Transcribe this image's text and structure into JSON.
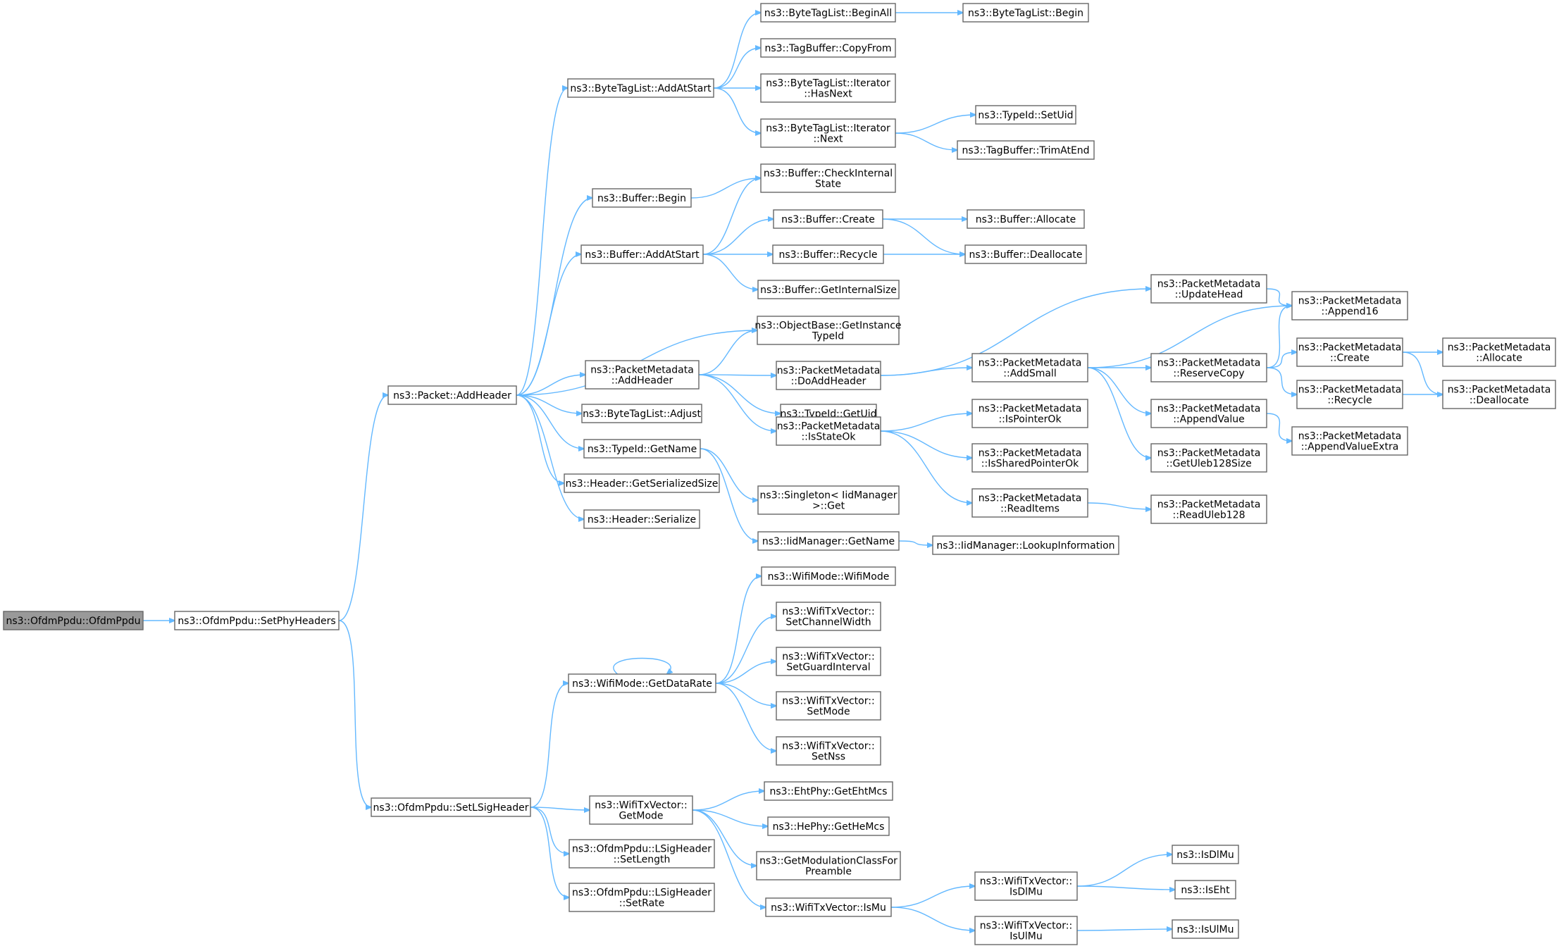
{
  "colors": {
    "edge": "#63b8ff",
    "node_border": "#666666",
    "root_fill": "#999999",
    "background": "#ffffff"
  },
  "nodes": [
    {
      "id": "n0",
      "lines": [
        "ns3::OfdmPpdu::OfdmPpdu"
      ],
      "root": true
    },
    {
      "id": "n1",
      "lines": [
        "ns3::OfdmPpdu::SetPhyHeaders"
      ]
    },
    {
      "id": "n2",
      "lines": [
        "ns3::Packet::AddHeader"
      ]
    },
    {
      "id": "n3",
      "lines": [
        "ns3::OfdmPpdu::SetLSigHeader"
      ]
    },
    {
      "id": "n4",
      "lines": [
        "ns3::ByteTagList::AddAtStart"
      ]
    },
    {
      "id": "n5",
      "lines": [
        "ns3::Buffer::Begin"
      ]
    },
    {
      "id": "n6",
      "lines": [
        "ns3::Buffer::AddAtStart"
      ]
    },
    {
      "id": "n7",
      "lines": [
        "ns3::PacketMetadata",
        "::AddHeader"
      ]
    },
    {
      "id": "n8",
      "lines": [
        "ns3::ByteTagList::Adjust"
      ]
    },
    {
      "id": "n9",
      "lines": [
        "ns3::TypeId::GetName"
      ]
    },
    {
      "id": "n10",
      "lines": [
        "ns3::Header::GetSerializedSize"
      ]
    },
    {
      "id": "n11",
      "lines": [
        "ns3::Header::Serialize"
      ]
    },
    {
      "id": "n12",
      "lines": [
        "ns3::WifiMode::GetDataRate"
      ]
    },
    {
      "id": "n13",
      "lines": [
        "ns3::WifiTxVector::",
        "GetMode"
      ]
    },
    {
      "id": "n14",
      "lines": [
        "ns3::OfdmPpdu::LSigHeader",
        "::SetLength"
      ]
    },
    {
      "id": "n15",
      "lines": [
        "ns3::OfdmPpdu::LSigHeader",
        "::SetRate"
      ]
    },
    {
      "id": "n16",
      "lines": [
        "ns3::ByteTagList::BeginAll"
      ]
    },
    {
      "id": "n17",
      "lines": [
        "ns3::TagBuffer::CopyFrom"
      ]
    },
    {
      "id": "n18",
      "lines": [
        "ns3::ByteTagList::Iterator",
        "::HasNext"
      ]
    },
    {
      "id": "n19",
      "lines": [
        "ns3::ByteTagList::Iterator",
        "::Next"
      ]
    },
    {
      "id": "n20",
      "lines": [
        "ns3::Buffer::CheckInternal",
        "State"
      ]
    },
    {
      "id": "n21",
      "lines": [
        "ns3::Buffer::Create"
      ]
    },
    {
      "id": "n22",
      "lines": [
        "ns3::Buffer::Recycle"
      ]
    },
    {
      "id": "n23",
      "lines": [
        "ns3::Buffer::GetInternalSize"
      ]
    },
    {
      "id": "n24",
      "lines": [
        "ns3::ObjectBase::GetInstance",
        "TypeId"
      ]
    },
    {
      "id": "n25",
      "lines": [
        "ns3::PacketMetadata",
        "::DoAddHeader"
      ]
    },
    {
      "id": "n26",
      "lines": [
        "ns3::TypeId::GetUid"
      ]
    },
    {
      "id": "n27",
      "lines": [
        "ns3::PacketMetadata",
        "::IsStateOk"
      ]
    },
    {
      "id": "n28",
      "lines": [
        "ns3::Singleton< IidManager",
        " >::Get"
      ]
    },
    {
      "id": "n29",
      "lines": [
        "ns3::IidManager::GetName"
      ]
    },
    {
      "id": "n30",
      "lines": [
        "ns3::WifiMode::WifiMode"
      ]
    },
    {
      "id": "n31",
      "lines": [
        "ns3::WifiTxVector::",
        "SetChannelWidth"
      ]
    },
    {
      "id": "n32",
      "lines": [
        "ns3::WifiTxVector::",
        "SetGuardInterval"
      ]
    },
    {
      "id": "n33",
      "lines": [
        "ns3::WifiTxVector::",
        "SetMode"
      ]
    },
    {
      "id": "n34",
      "lines": [
        "ns3::WifiTxVector::",
        "SetNss"
      ]
    },
    {
      "id": "n35",
      "lines": [
        "ns3::EhtPhy::GetEhtMcs"
      ]
    },
    {
      "id": "n36",
      "lines": [
        "ns3::HePhy::GetHeMcs"
      ]
    },
    {
      "id": "n37",
      "lines": [
        "ns3::GetModulationClassFor",
        "Preamble"
      ]
    },
    {
      "id": "n38",
      "lines": [
        "ns3::WifiTxVector::IsMu"
      ]
    },
    {
      "id": "n39",
      "lines": [
        "ns3::ByteTagList::Begin"
      ]
    },
    {
      "id": "n40",
      "lines": [
        "ns3::TypeId::SetUid"
      ]
    },
    {
      "id": "n41",
      "lines": [
        "ns3::TagBuffer::TrimAtEnd"
      ]
    },
    {
      "id": "n42",
      "lines": [
        "ns3::Buffer::Allocate"
      ]
    },
    {
      "id": "n43",
      "lines": [
        "ns3::Buffer::Deallocate"
      ]
    },
    {
      "id": "n44",
      "lines": [
        "ns3::PacketMetadata",
        "::UpdateHead"
      ]
    },
    {
      "id": "n45",
      "lines": [
        "ns3::PacketMetadata",
        "::AddSmall"
      ]
    },
    {
      "id": "n46",
      "lines": [
        "ns3::PacketMetadata",
        "::IsPointerOk"
      ]
    },
    {
      "id": "n47",
      "lines": [
        "ns3::PacketMetadata",
        "::IsSharedPointerOk"
      ]
    },
    {
      "id": "n48",
      "lines": [
        "ns3::PacketMetadata",
        "::ReadItems"
      ]
    },
    {
      "id": "n49",
      "lines": [
        "ns3::IidManager::LookupInformation"
      ]
    },
    {
      "id": "n50",
      "lines": [
        "ns3::WifiTxVector::",
        "IsDlMu"
      ]
    },
    {
      "id": "n51",
      "lines": [
        "ns3::WifiTxVector::",
        "IsUlMu"
      ]
    },
    {
      "id": "n52",
      "lines": [
        "ns3::PacketMetadata",
        "::Append16"
      ]
    },
    {
      "id": "n53",
      "lines": [
        "ns3::PacketMetadata",
        "::ReserveCopy"
      ]
    },
    {
      "id": "n54",
      "lines": [
        "ns3::PacketMetadata",
        "::AppendValue"
      ]
    },
    {
      "id": "n55",
      "lines": [
        "ns3::PacketMetadata",
        "::GetUleb128Size"
      ]
    },
    {
      "id": "n56",
      "lines": [
        "ns3::PacketMetadata",
        "::ReadUleb128"
      ]
    },
    {
      "id": "n57",
      "lines": [
        "ns3::IsDlMu"
      ]
    },
    {
      "id": "n58",
      "lines": [
        "ns3::IsEht"
      ]
    },
    {
      "id": "n59",
      "lines": [
        "ns3::IsUlMu"
      ]
    },
    {
      "id": "n60",
      "lines": [
        "ns3::PacketMetadata",
        "::Create"
      ]
    },
    {
      "id": "n61",
      "lines": [
        "ns3::PacketMetadata",
        "::Recycle"
      ]
    },
    {
      "id": "n62",
      "lines": [
        "ns3::PacketMetadata",
        "::AppendValueExtra"
      ]
    },
    {
      "id": "n63",
      "lines": [
        "ns3::PacketMetadata",
        "::Allocate"
      ]
    },
    {
      "id": "n64",
      "lines": [
        "ns3::PacketMetadata",
        "::Deallocate"
      ]
    }
  ],
  "edges": [
    [
      "n0",
      "n1"
    ],
    [
      "n1",
      "n2"
    ],
    [
      "n1",
      "n3"
    ],
    [
      "n2",
      "n4"
    ],
    [
      "n2",
      "n5"
    ],
    [
      "n2",
      "n6"
    ],
    [
      "n2",
      "n24"
    ],
    [
      "n2",
      "n7"
    ],
    [
      "n2",
      "n8"
    ],
    [
      "n2",
      "n9"
    ],
    [
      "n2",
      "n10"
    ],
    [
      "n2",
      "n11"
    ],
    [
      "n3",
      "n12"
    ],
    [
      "n3",
      "n13"
    ],
    [
      "n3",
      "n14"
    ],
    [
      "n3",
      "n15"
    ],
    [
      "n4",
      "n16"
    ],
    [
      "n4",
      "n17"
    ],
    [
      "n4",
      "n18"
    ],
    [
      "n4",
      "n19"
    ],
    [
      "n16",
      "n39"
    ],
    [
      "n19",
      "n40"
    ],
    [
      "n19",
      "n41"
    ],
    [
      "n5",
      "n20"
    ],
    [
      "n6",
      "n20"
    ],
    [
      "n6",
      "n21"
    ],
    [
      "n6",
      "n22"
    ],
    [
      "n6",
      "n23"
    ],
    [
      "n21",
      "n42"
    ],
    [
      "n21",
      "n43"
    ],
    [
      "n22",
      "n43"
    ],
    [
      "n7",
      "n24"
    ],
    [
      "n7",
      "n25"
    ],
    [
      "n7",
      "n26"
    ],
    [
      "n7",
      "n27"
    ],
    [
      "n25",
      "n44"
    ],
    [
      "n25",
      "n45"
    ],
    [
      "n44",
      "n52"
    ],
    [
      "n45",
      "n52"
    ],
    [
      "n45",
      "n53"
    ],
    [
      "n45",
      "n54"
    ],
    [
      "n45",
      "n55"
    ],
    [
      "n53",
      "n52"
    ],
    [
      "n53",
      "n60"
    ],
    [
      "n53",
      "n61"
    ],
    [
      "n60",
      "n63"
    ],
    [
      "n60",
      "n64"
    ],
    [
      "n61",
      "n64"
    ],
    [
      "n54",
      "n62"
    ],
    [
      "n27",
      "n46"
    ],
    [
      "n27",
      "n47"
    ],
    [
      "n27",
      "n48"
    ],
    [
      "n48",
      "n56"
    ],
    [
      "n9",
      "n28"
    ],
    [
      "n9",
      "n29"
    ],
    [
      "n29",
      "n49"
    ],
    [
      "n12",
      "n12"
    ],
    [
      "n12",
      "n30"
    ],
    [
      "n12",
      "n31"
    ],
    [
      "n12",
      "n32"
    ],
    [
      "n12",
      "n33"
    ],
    [
      "n12",
      "n34"
    ],
    [
      "n13",
      "n35"
    ],
    [
      "n13",
      "n36"
    ],
    [
      "n13",
      "n37"
    ],
    [
      "n13",
      "n38"
    ],
    [
      "n38",
      "n50"
    ],
    [
      "n38",
      "n51"
    ],
    [
      "n50",
      "n57"
    ],
    [
      "n50",
      "n58"
    ],
    [
      "n51",
      "n59"
    ]
  ]
}
